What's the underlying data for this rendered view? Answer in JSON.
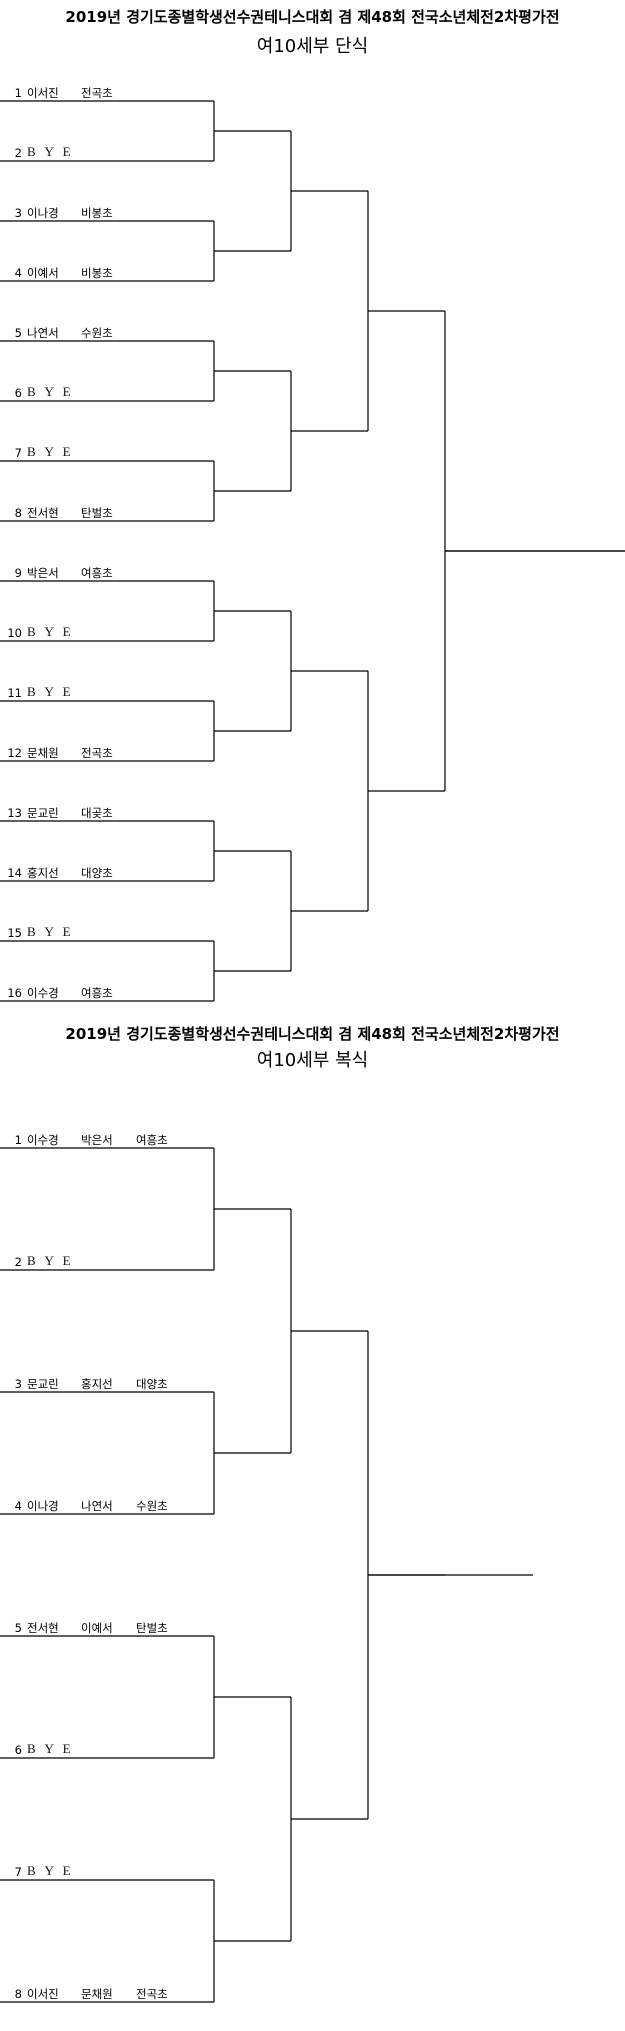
{
  "singles": {
    "title": "2019년 경기도종별학생선수권테니스대회 겸 제48회 전국소년체전2차평가전",
    "subtitle": "여10세부  단식",
    "entries": [
      {
        "no": "1",
        "name": "이서진",
        "school": "전곡초"
      },
      {
        "no": "2",
        "name": "B Y E",
        "school": ""
      },
      {
        "no": "3",
        "name": "이나경",
        "school": "비봉초"
      },
      {
        "no": "4",
        "name": "이예서",
        "school": "비봉초"
      },
      {
        "no": "5",
        "name": "나연서",
        "school": "수원초"
      },
      {
        "no": "6",
        "name": "B Y E",
        "school": ""
      },
      {
        "no": "7",
        "name": "B Y E",
        "school": ""
      },
      {
        "no": "8",
        "name": "전서현",
        "school": "탄벌초"
      },
      {
        "no": "9",
        "name": "박은서",
        "school": "여흥초"
      },
      {
        "no": "10",
        "name": "B Y E",
        "school": ""
      },
      {
        "no": "11",
        "name": "B Y E",
        "school": ""
      },
      {
        "no": "12",
        "name": "문채원",
        "school": "전곡초"
      },
      {
        "no": "13",
        "name": "문교린",
        "school": "대곶초"
      },
      {
        "no": "14",
        "name": "홍지선",
        "school": "대양초"
      },
      {
        "no": "15",
        "name": "B Y E",
        "school": ""
      },
      {
        "no": "16",
        "name": "이수경",
        "school": "여흥초"
      }
    ]
  },
  "doubles": {
    "title": "2019년 경기도종별학생선수권테니스대회 겸 제48회 전국소년체전2차평가전",
    "subtitle": "여10세부  복식",
    "entries": [
      {
        "no": "1",
        "name": "이수경",
        "partner": "박은서",
        "school": "여흥초"
      },
      {
        "no": "2",
        "name": "B Y E",
        "partner": "",
        "school": ""
      },
      {
        "no": "3",
        "name": "문교린",
        "partner": "홍지선",
        "school": "대양초"
      },
      {
        "no": "4",
        "name": "이나경",
        "partner": "나연서",
        "school": "수원초"
      },
      {
        "no": "5",
        "name": "전서현",
        "partner": "이예서",
        "school": "탄벌초"
      },
      {
        "no": "6",
        "name": "B Y E",
        "partner": "",
        "school": ""
      },
      {
        "no": "7",
        "name": "B Y E",
        "partner": "",
        "school": ""
      },
      {
        "no": "8",
        "name": "이서진",
        "partner": "문채원",
        "school": "전곡초"
      }
    ]
  }
}
